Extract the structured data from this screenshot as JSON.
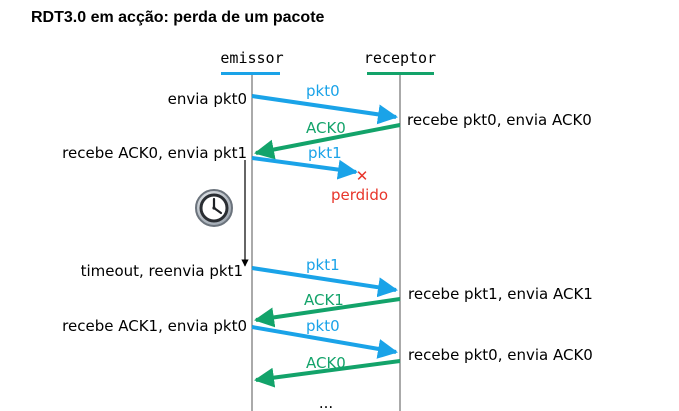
{
  "title": "RDT3.0 em acção: perda de um pacote",
  "sender_label": "emissor",
  "receiver_label": "receptor",
  "colors": {
    "data": "#1aa3e8",
    "ack": "#13a36a",
    "lost": "#e8352a",
    "lines": "#555555"
  },
  "events": {
    "send_pkt0": "envia pkt0",
    "recv_pkt0_ack0": "recebe pkt0, envia ACK0",
    "recv_ack0_send_pkt1": "recebe ACK0, envia pkt1",
    "timeout_resend": "timeout, reenvia pkt1",
    "recv_pkt1_ack1": "recebe pkt1, envia ACK1",
    "recv_ack1_send_pkt0": "recebe ACK1, envia pkt0",
    "recv_pkt0_ack0_2": "recebe pkt0, envia ACK0"
  },
  "messages": {
    "m1": "pkt0",
    "m2": "ACK0",
    "m3": "pkt1",
    "m4": "pkt1",
    "m5": "ACK1",
    "m6": "pkt0",
    "m7": "ACK0"
  },
  "lost_label": "perdido",
  "lost_mark": "✕",
  "clock_icon": "clock-icon",
  "ellipsis": "..."
}
